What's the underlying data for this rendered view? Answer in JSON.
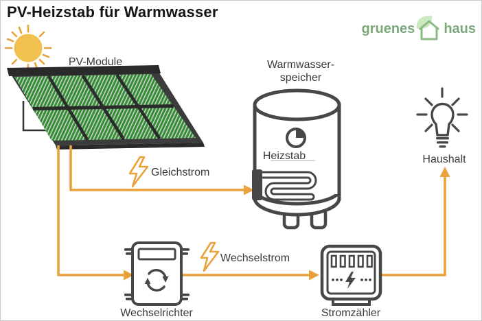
{
  "title": "PV-Heizstab für Warmwasser",
  "logo": {
    "word1": "gruenes",
    "word2": "haus"
  },
  "diagram": {
    "labels": {
      "pv_module": "PV-Module",
      "storage_line1": "Warmwasser-",
      "storage_line2": "speicher",
      "heizstab": "Heizstab",
      "haushalt": "Haushalt",
      "wechselrichter": "Wechselrichter",
      "stromzaehler": "Stromzähler",
      "gleichstrom": "Gleichstrom",
      "wechselstrom": "Wechselstrom"
    },
    "flows": [
      {
        "from": "pv-module",
        "to": "heizstab",
        "type": "Gleichstrom"
      },
      {
        "from": "pv-module",
        "to": "wechselrichter",
        "type": "Gleichstrom"
      },
      {
        "from": "wechselrichter",
        "to": "stromzaehler",
        "type": "Wechselstrom"
      },
      {
        "from": "stromzaehler",
        "to": "haushalt",
        "type": "Wechselstrom"
      }
    ],
    "icons": [
      "sun-icon",
      "pv-panel-icon",
      "water-tank-icon",
      "pie-gauge-icon",
      "heating-element-icon",
      "lightning-icon",
      "inverter-icon",
      "electric-meter-icon",
      "bulb-icon",
      "house-leaf-logo-icon"
    ]
  },
  "colors": {
    "accent_orange": "#E9A23B",
    "sun_yellow": "#F1C14F",
    "icon_dark": "#474747",
    "panel_green": "#2F8E2F",
    "panel_stripe": "#CFCFCF",
    "panel_frame": "#3C3C3C",
    "logo_green": "#7BA879",
    "leaf_green": "#CDE9C0",
    "title_color": "#151515",
    "label_color": "#3A3A3A"
  }
}
